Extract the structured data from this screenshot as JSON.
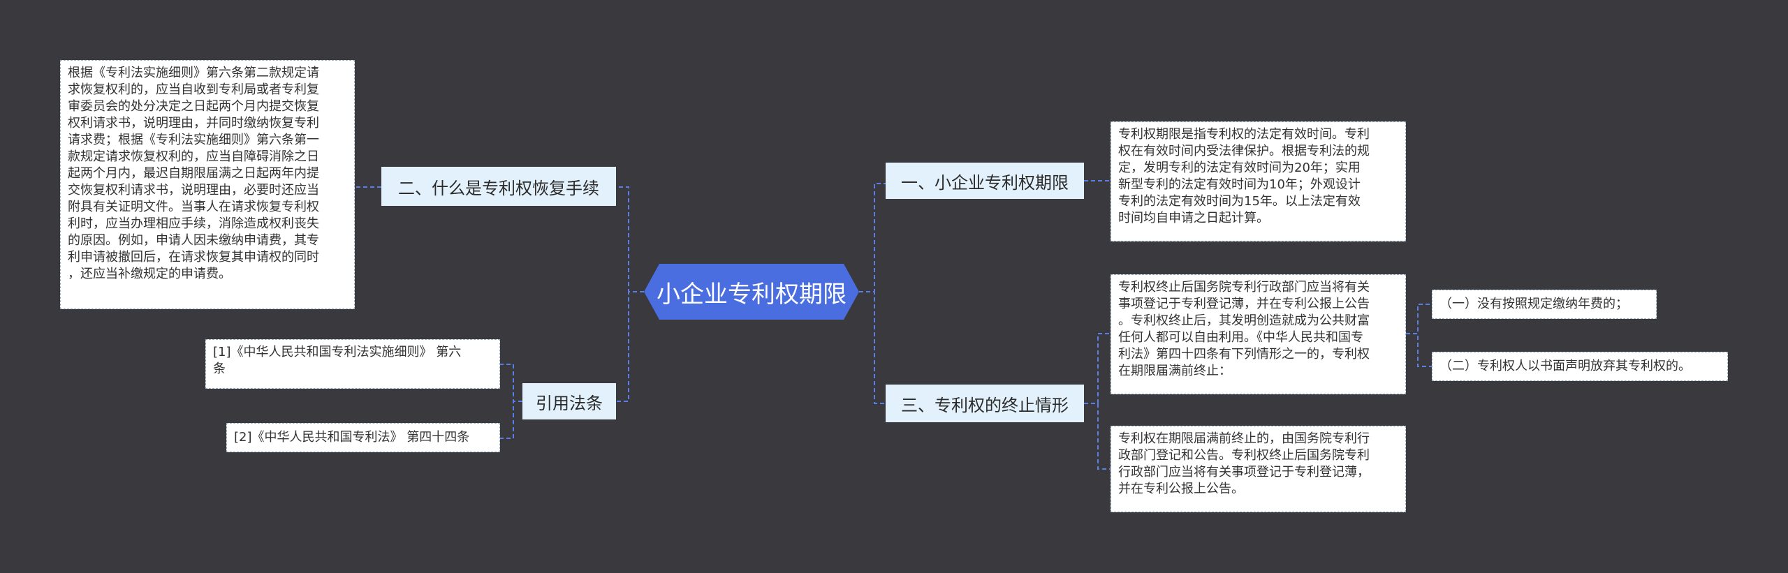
{
  "root": {
    "title": "小企业专利权期限"
  },
  "left": {
    "topic1": {
      "label": "二、什么是专利权恢复手续",
      "detail": "根据《专利法实施细则》第六条第二款规定请\n求恢复权利的，应当自收到专利局或者专利复\n审委员会的处分决定之日起两个月内提交恢复\n权利请求书，说明理由，并同时缴纳恢复专利\n请求费；根据《专利法实施细则》第六条第一\n款规定请求恢复权利的，应当自障碍消除之日\n起两个月内，最迟自期限届满之日起两年内提\n交恢复权利请求书，说明理由，必要时还应当\n附具有关证明文件。当事人在请求恢复专利权\n利时，应当办理相应手续，消除造成权利丧失\n的原因。例如，申请人因未缴纳申请费，其专\n利申请被撤回后，在请求恢复其申请权的同时\n，还应当补缴规定的申请费。"
    },
    "topic2": {
      "label": "引用法条",
      "refs": [
        "[1]《中华人民共和国专利法实施细则》 第六\n条",
        "[2]《中华人民共和国专利法》 第四十四条"
      ]
    }
  },
  "right": {
    "topic1": {
      "label": "一、小企业专利权期限",
      "detail": "专利权期限是指专利权的法定有效时间。专利\n权在有效时间内受法律保护。根据专利法的规\n定，发明专利的法定有效时间为20年；实用\n新型专利的法定有效时间为10年；外观设计\n专利的法定有效时间为15年。以上法定有效\n时间均自申请之日起计算。"
    },
    "topic2": {
      "label": "三、专利权的终止情形",
      "detail1": "专利权终止后国务院专利行政部门应当将有关\n事项登记于专利登记薄，并在专利公报上公告\n。专利权终止后，其发明创造就成为公共财富\n任何人都可以自由利用。《中华人民共和国专\n利法》第四十四条有下列情形之一的，专利权\n在期限届满前终止：",
      "cases": [
        "（一）没有按照规定缴纳年费的；",
        "（二）专利权人以书面声明放弃其专利权的。"
      ],
      "detail2": "专利权在期限届满前终止的，由国务院专利行\n政部门登记和公告。专利权终止后国务院专利\n行政部门应当将有关事项登记于专利登记薄，\n并在专利公报上公告。"
    }
  },
  "colors": {
    "background": "#3a393e",
    "root": "#4a6ee0",
    "topic": "#e2f1fb",
    "connector": "#5b7ee6"
  }
}
